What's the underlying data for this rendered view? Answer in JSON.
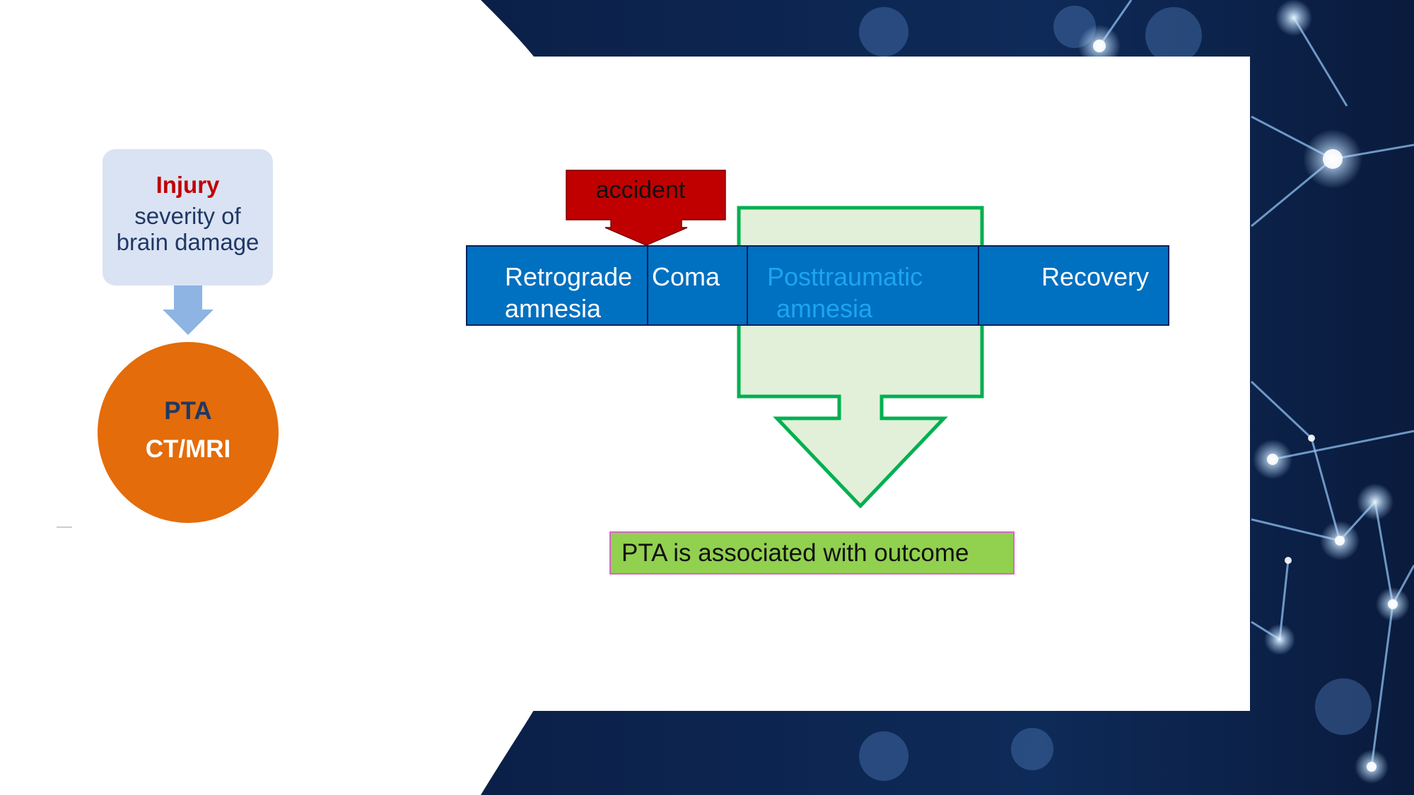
{
  "left_panel": {
    "injury_title": "Injury",
    "injury_line1": "severity of",
    "injury_line2": "brain damage",
    "pta_line1": "PTA",
    "pta_line2": "CT/MRI"
  },
  "timeline": {
    "accident_label": "accident",
    "retrograde_line1": "Retrograde",
    "retrograde_line2": "amnesia",
    "coma": "Coma",
    "posttraumatic_line1": "Posttraumatic",
    "posttraumatic_line2": "amnesia",
    "recovery": "Recovery"
  },
  "outcome": {
    "text": "PTA is associated with outcome"
  },
  "colors": {
    "injury_box": "#dae3f3",
    "injury_title": "#c00000",
    "arrow_blue": "#8eb4e3",
    "pta_circle": "#e46c0a",
    "accident_red": "#c00000",
    "timeline_blue": "#0070c0",
    "posttraumatic_text": "#1ca6ef",
    "green_fill": "#e2f0d9",
    "green_outline": "#00b050",
    "outcome_fill": "#92d050",
    "outcome_border": "#d864c9",
    "background_navy": "#0a1b3d"
  }
}
